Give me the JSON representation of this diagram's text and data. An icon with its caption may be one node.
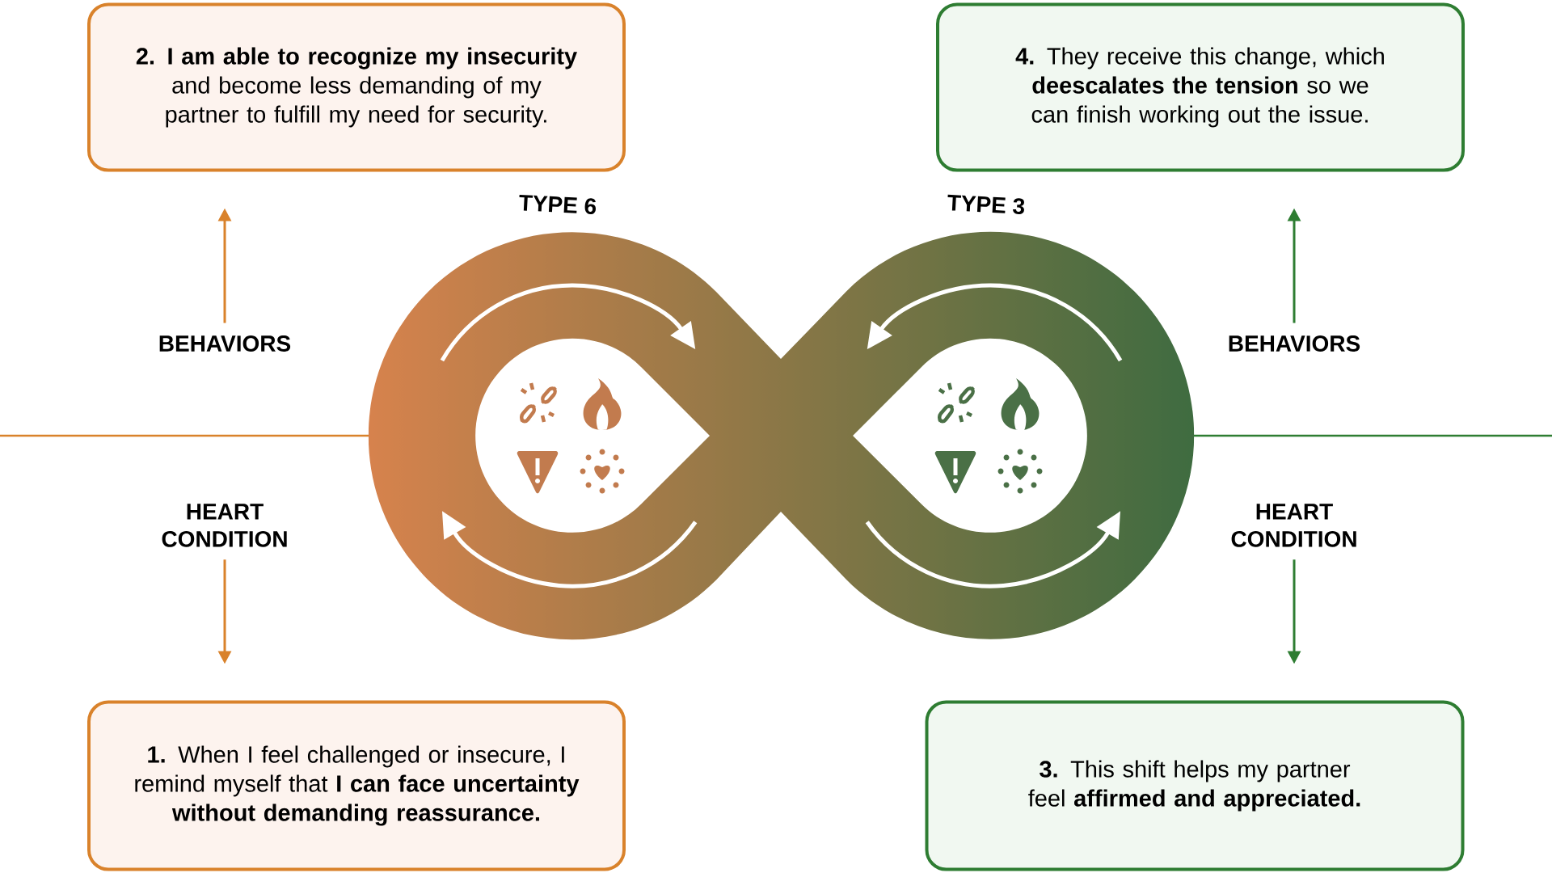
{
  "diagram": {
    "nodes": [
      {
        "text": [
          "**2. I am able to recognize my insecurity** and become less demanding of my partner to fulfill my need for security."
        ]
      },
      {
        "text": [
          "**4.** They receive this change, which **deescalates the tension** so we can finish working out the issue."
        ]
      },
      {
        "text": [
          "**1.** When I feel challenged or insecure, I remind myself that **I can face uncertainty without demanding reassurance.**"
        ]
      },
      {
        "text": [
          "**3.** This shift helps my partner feel **affirmed and appreciated.**"
        ]
      },
      {
        "text": [
          "BEHAVIORS"
        ]
      },
      {
        "text": [
          "HEART CONDITION"
        ]
      },
      {
        "text": [
          "BEHAVIORS"
        ]
      },
      {
        "text": [
          "HEART CONDITION"
        ]
      }
    ],
    "edges": [
      {
        "from": 4,
        "to": 0,
        "arrow": "to",
        "color": "#d9822b"
      },
      {
        "from": 5,
        "to": 2,
        "arrow": "to",
        "color": "#d9822b"
      },
      {
        "from": 6,
        "to": 1,
        "arrow": "to",
        "color": "#2e7d32"
      },
      {
        "from": 7,
        "to": 3,
        "arrow": "to",
        "color": "#2e7d32"
      }
    ],
    "labels": [
      "TYPE 6",
      "TYPE 3"
    ]
  }
}
